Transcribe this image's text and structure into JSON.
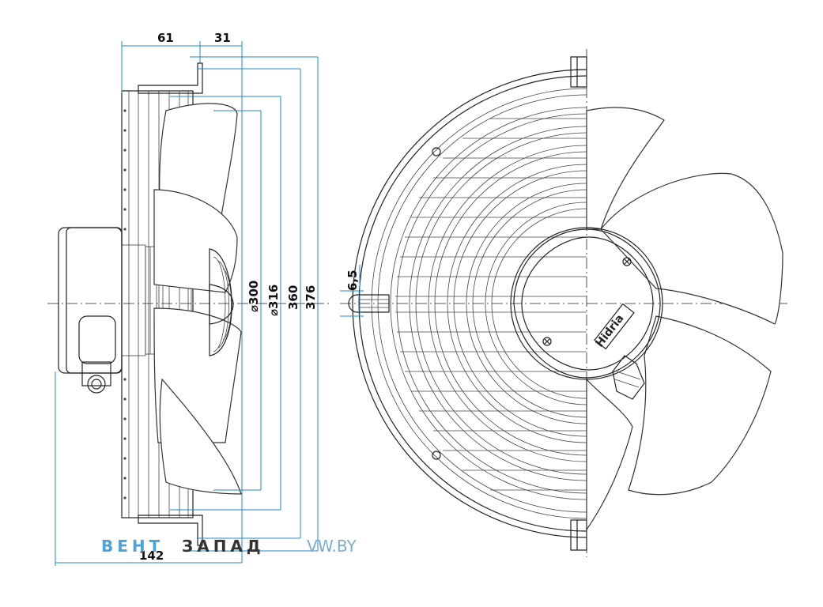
{
  "drawing": {
    "dimensions": {
      "d61": "61",
      "d31": "31",
      "d142": "142",
      "d6_5": "6,5",
      "d300": "⌀300",
      "d316": "⌀316",
      "d360": "360",
      "d376": "376"
    },
    "brand_on_motor": "Hidria",
    "watermark": {
      "part1": "ВЕНТ",
      "part2": "ЗАПАД",
      "domain_prefix": "V",
      "domain_suffix": "W.BY"
    }
  }
}
